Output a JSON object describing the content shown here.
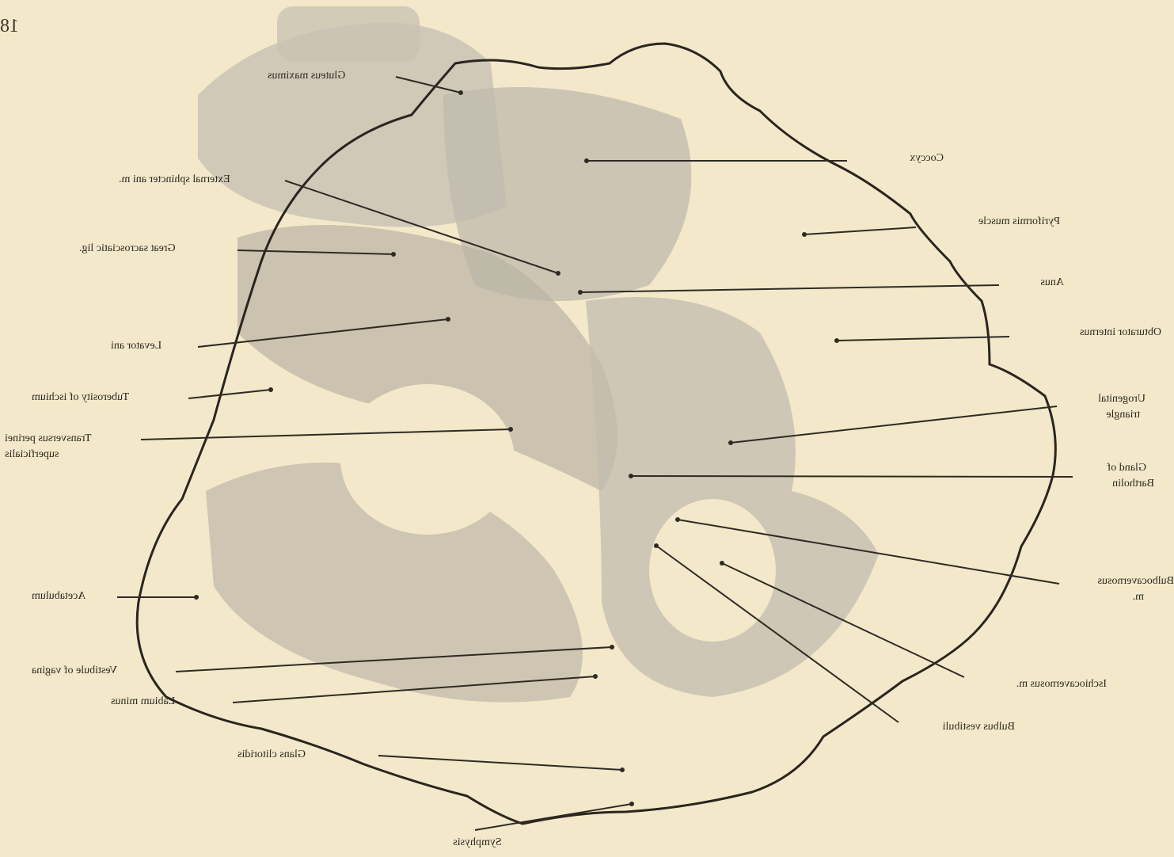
{
  "page_number": "18",
  "labels": {
    "gluteus_maximus": "Gluteus maximus",
    "external_sphincter": "External sphincter ani m.",
    "great_sacrosciatic": "Great sacrosciatic lig.",
    "levator_ani": "Levator ani",
    "tuberosity_ischium": "Tuberosity of ischium",
    "transversus": "Transversus perinei",
    "transversus_2": "superficialis",
    "acetabulum": "Acetabulum",
    "vestibule": "Vestibule of vagina",
    "labium": "Labium minus",
    "glans": "Glans clitoridis",
    "symphysis": "Symphysis",
    "coccyx": "Coccyx",
    "pyriformis": "Pyriformis muscle",
    "anus": "Anus",
    "obturator": "Obturator internus",
    "urogenital": "Urogenital",
    "urogenital_2": "triangle",
    "gland": "Gland of",
    "gland_2": "Bartholin",
    "bulbocavernosus": "Bulbocavernosus",
    "bulbocavernosus_2": "m.",
    "ischiocavernosus": "Ischiocavernosus m.",
    "bulbus": "Bulbus vestibuli"
  },
  "colors": {
    "paper": "#f3e8c9",
    "tissue": "#c9c3b4",
    "tissue_dark": "#a9a396",
    "outline": "#2a251f",
    "leader": "#2f2a24"
  }
}
